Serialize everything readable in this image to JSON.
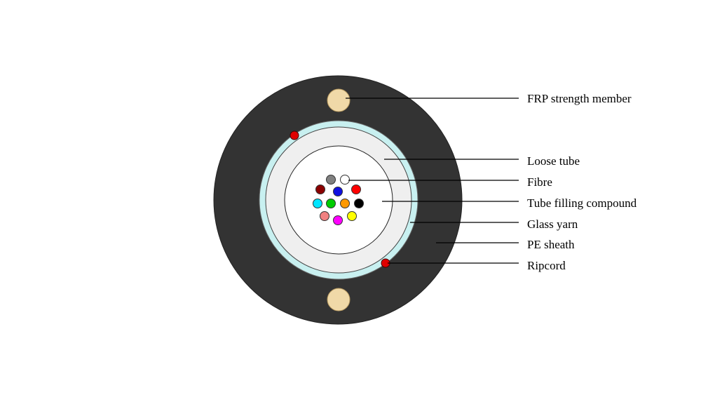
{
  "diagram": {
    "labels": {
      "frp": "FRP strength member",
      "loose_tube": "Loose tube",
      "fibre": "Fibre",
      "filling": "Tube filling compound",
      "glass_yarn": "Glass yarn",
      "pe_sheath": "PE sheath",
      "ripcord": "Ripcord"
    },
    "colors": {
      "sheath": "#333333",
      "glass_yarn": "#c8f0f0",
      "loose_tube": "#efefef",
      "filling": "#ffffff",
      "frp": "#f0d9a8",
      "ripcord": "#e00000",
      "leader_line": "#000000"
    },
    "fibres": [
      {
        "color": "#808080"
      },
      {
        "color": "#ffffff"
      },
      {
        "color": "#8b0000"
      },
      {
        "color": "#1010e0"
      },
      {
        "color": "#ff0000"
      },
      {
        "color": "#00e5ff"
      },
      {
        "color": "#00cc00"
      },
      {
        "color": "#ff9900"
      },
      {
        "color": "#000000"
      },
      {
        "color": "#f08080"
      },
      {
        "color": "#ff00ff"
      },
      {
        "color": "#ffff00"
      }
    ]
  }
}
